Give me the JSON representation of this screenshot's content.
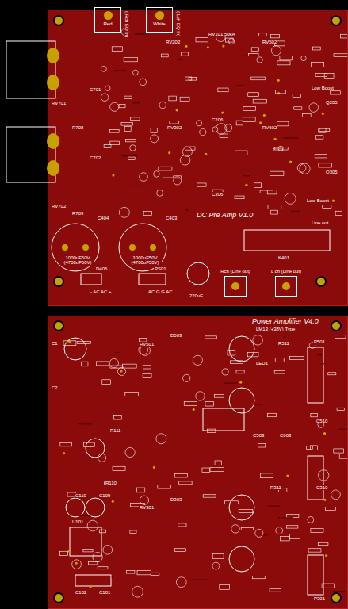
{
  "diagram": {
    "nodes": [
      {
        "text": [
          "DC Pre Amp V1.0"
        ]
      },
      {
        "text": [
          "Red",
          "( Rch EQ In)"
        ],
        "in": 0
      },
      {
        "text": [
          "White",
          "( Lch EQ In)"
        ],
        "in": 0
      },
      {
        "text": [
          "Rch (Line out)"
        ],
        "in": 0
      },
      {
        "text": [
          "L ch (Line out)"
        ],
        "in": 0
      },
      {
        "text": [
          "Power Amplifier V4.0"
        ]
      }
    ],
    "labels": [
      "C701",
      "C702",
      "RV701",
      "RV702",
      "R708",
      "R709",
      "C404",
      "C403",
      "1000uF50V (4700uF50V)",
      "1000uF50V (4700uF50V)",
      "D405",
      "PS01",
      "- AC AC +",
      "AC G G AC",
      "RV202",
      "RV502",
      "RV302",
      "RV602",
      "RV101 50kA",
      "C206",
      "C306",
      "K401",
      "Line out",
      "Low Boost",
      "Low Boost",
      "Q205",
      "Q305",
      "220uF",
      "LM13 (+38V) Type",
      "RV501",
      "RV301",
      "D503",
      "D303",
      "LED1",
      "C503",
      "C603",
      "C310",
      "C510",
      "R311",
      "R511",
      "R111",
      "R110",
      "C109",
      "C110",
      "C101",
      "C102",
      "U101",
      "P301",
      "P501",
      "C1",
      "C2"
    ]
  }
}
